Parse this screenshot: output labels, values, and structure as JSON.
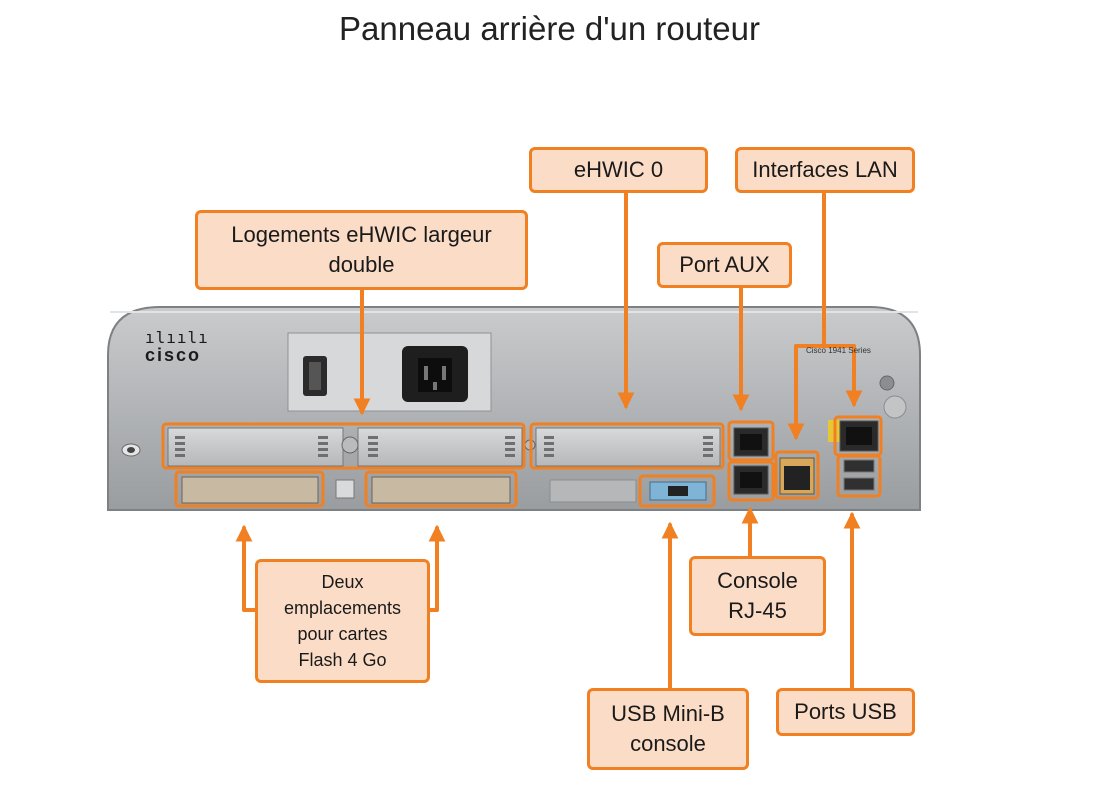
{
  "title": "Panneau arrière d'un routeur",
  "device": {
    "brand": "cisco",
    "series": "Cisco 1941 Series"
  },
  "callouts": {
    "ehwic_slots": "Logements eHWIC largeur\ndouble",
    "ehwic0": "eHWIC 0",
    "lan": "Interfaces LAN",
    "aux": "Port AUX",
    "flash": "Deux\nemplacements\npour cartes\nFlash 4 Go",
    "console_rj45": "Console\nRJ-45",
    "usb_miniB": "USB Mini-B\nconsole",
    "usb_ports": "Ports USB"
  },
  "colors": {
    "accent": "#f08022",
    "callout_fill": "#fbdcc6",
    "chassis": "#a9acaf"
  }
}
